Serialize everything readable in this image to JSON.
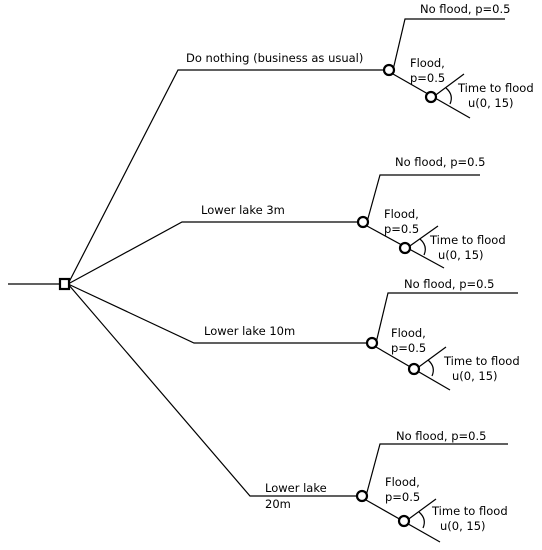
{
  "decision_tree": {
    "root_node": "decision",
    "branches": [
      {
        "id": "b1",
        "label_lines": [
          "Do nothing (business as usual)"
        ],
        "no_flood": "No flood, p=0.5",
        "flood": [
          "Flood,",
          "p=0.5"
        ],
        "time_to_flood": [
          "Time to flood",
          "u(0, 15)"
        ]
      },
      {
        "id": "b2",
        "label_lines": [
          "Lower lake 3m"
        ],
        "no_flood": "No flood, p=0.5",
        "flood": [
          "Flood,",
          "p=0.5"
        ],
        "time_to_flood": [
          "Time to flood",
          "u(0, 15)"
        ]
      },
      {
        "id": "b3",
        "label_lines": [
          "Lower lake 10m"
        ],
        "no_flood": "No flood, p=0.5",
        "flood": [
          "Flood,",
          "p=0.5"
        ],
        "time_to_flood": [
          "Time to flood",
          "u(0, 15)"
        ]
      },
      {
        "id": "b4",
        "label_lines": [
          "Lower lake",
          "20m"
        ],
        "no_flood": "No flood, p=0.5",
        "flood": [
          "Flood,",
          "p=0.5"
        ],
        "time_to_flood": [
          "Time to flood",
          "u(0, 15)"
        ]
      }
    ]
  }
}
